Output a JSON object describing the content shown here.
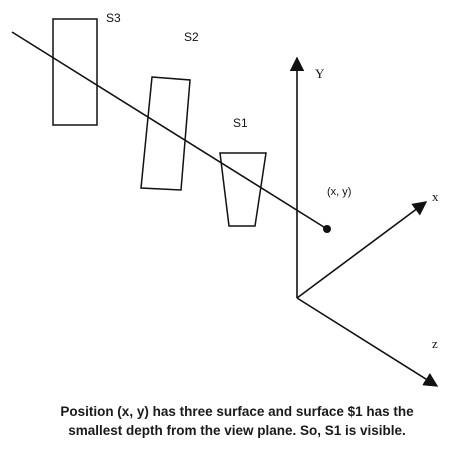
{
  "surfaces": [
    {
      "label": "S3"
    },
    {
      "label": "S2"
    },
    {
      "label": "S1"
    }
  ],
  "axes": {
    "y_label": "Y",
    "x_label": "x",
    "z_label": "z"
  },
  "point": {
    "label": "(x, y)"
  },
  "caption": {
    "line1": "Position (x, y) has three surface and surface $1 has the",
    "line2": "smallest depth from the view plane. So, S1 is visible."
  }
}
